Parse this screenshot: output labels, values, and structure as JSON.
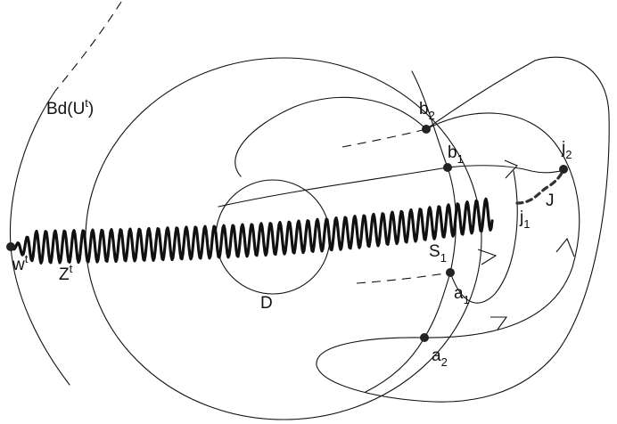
{
  "figure": {
    "labels": {
      "bd": {
        "main": "Bd(U",
        "sup": "t",
        "tail": ")"
      },
      "w": {
        "main": "w",
        "sup": "t"
      },
      "z": {
        "main": "Z",
        "sup": "t"
      },
      "d": "D",
      "s1": {
        "main": "S",
        "sub": "1"
      },
      "a1": {
        "main": "a",
        "sub": "1"
      },
      "a2": {
        "main": "a",
        "sub": "2"
      },
      "b1": {
        "main": "b",
        "sub": "1"
      },
      "b2": {
        "main": "b",
        "sub": "2"
      },
      "j1": {
        "main": "j",
        "sub": "1"
      },
      "j2": {
        "main": "j",
        "sub": "2"
      },
      "jcap": "J"
    }
  }
}
